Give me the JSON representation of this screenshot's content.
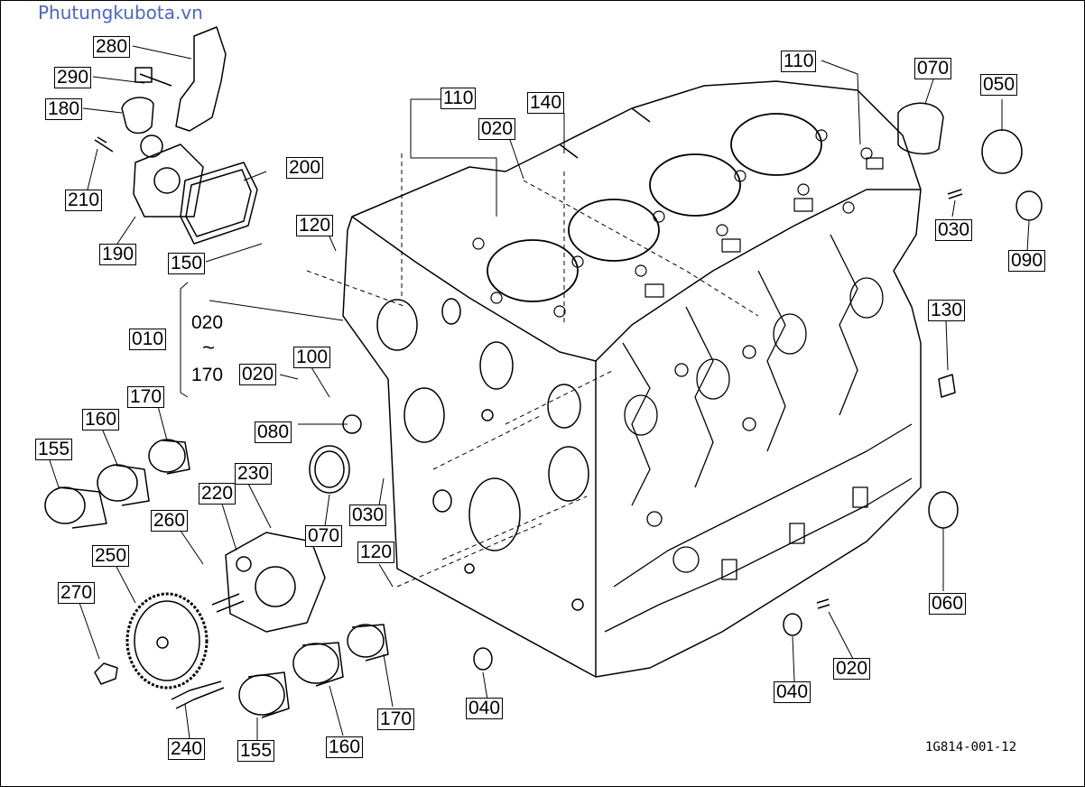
{
  "watermark": "Phutungkubota.vn",
  "drawing_code": "1G814-001-12",
  "range_group": {
    "from": "020",
    "tilde": "~",
    "to": "170"
  },
  "callouts": [
    {
      "id": "c280a",
      "text": "280"
    },
    {
      "id": "c290",
      "text": "290"
    },
    {
      "id": "c180",
      "text": "180"
    },
    {
      "id": "c210",
      "text": "210"
    },
    {
      "id": "c190",
      "text": "190"
    },
    {
      "id": "c200",
      "text": "200"
    },
    {
      "id": "c150",
      "text": "150"
    },
    {
      "id": "c120a",
      "text": "120"
    },
    {
      "id": "c110a",
      "text": "110"
    },
    {
      "id": "c020a",
      "text": "020"
    },
    {
      "id": "c140",
      "text": "140"
    },
    {
      "id": "c110b",
      "text": "110"
    },
    {
      "id": "c070a",
      "text": "070"
    },
    {
      "id": "c050",
      "text": "050"
    },
    {
      "id": "c030a",
      "text": "030"
    },
    {
      "id": "c090",
      "text": "090"
    },
    {
      "id": "c010",
      "text": "010"
    },
    {
      "id": "c100",
      "text": "100"
    },
    {
      "id": "c020b",
      "text": "020"
    },
    {
      "id": "c080",
      "text": "080"
    },
    {
      "id": "c170a",
      "text": "170"
    },
    {
      "id": "c160a",
      "text": "160"
    },
    {
      "id": "c155a",
      "text": "155"
    },
    {
      "id": "c230",
      "text": "230"
    },
    {
      "id": "c220",
      "text": "220"
    },
    {
      "id": "c260",
      "text": "260"
    },
    {
      "id": "c250",
      "text": "250"
    },
    {
      "id": "c270",
      "text": "270"
    },
    {
      "id": "c070b",
      "text": "070"
    },
    {
      "id": "c030b",
      "text": "030"
    },
    {
      "id": "c120b",
      "text": "120"
    },
    {
      "id": "c130",
      "text": "130"
    },
    {
      "id": "c060",
      "text": "060"
    },
    {
      "id": "c040a",
      "text": "040"
    },
    {
      "id": "c040b",
      "text": "040"
    },
    {
      "id": "c020c",
      "text": "020"
    },
    {
      "id": "c170b",
      "text": "170"
    },
    {
      "id": "c160b",
      "text": "160"
    },
    {
      "id": "c155b",
      "text": "155"
    },
    {
      "id": "c240",
      "text": "240"
    }
  ]
}
